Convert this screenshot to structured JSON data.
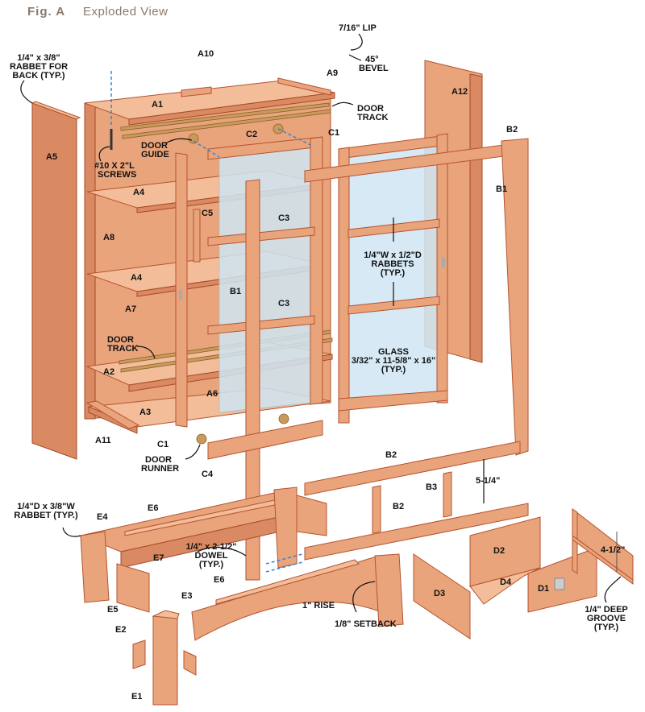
{
  "figure": {
    "title_prefix": "Fig. A",
    "title": "Exploded View"
  },
  "colors": {
    "wood": "#e9a47c",
    "wood_edge": "#b5532f",
    "glass": "#cfe6f3",
    "dowel_line": "#2b7fd4",
    "title": "#8a7a6e"
  },
  "parts": {
    "A1": "A1",
    "A2": "A2",
    "A3": "A3",
    "A4a": "A4",
    "A4b": "A4",
    "A5": "A5",
    "A6": "A6",
    "A7": "A7",
    "A8": "A8",
    "A9": "A9",
    "A10": "A10",
    "A11": "A11",
    "A12": "A12",
    "B1a": "B1",
    "B1b": "B1",
    "B2a": "B2",
    "B2b": "B2",
    "B2c": "B2",
    "B3": "B3",
    "C1a": "C1",
    "C1b": "C1",
    "C2": "C2",
    "C3a": "C3",
    "C3b": "C3",
    "C4": "C4",
    "C5": "C5",
    "D1": "D1",
    "D2": "D2",
    "D3": "D3",
    "D4": "D4",
    "E1": "E1",
    "E2": "E2",
    "E3": "E3",
    "E4": "E4",
    "E5": "E5",
    "E6a": "E6",
    "E6b": "E6",
    "E7": "E7"
  },
  "callouts": {
    "lip": "7/16\" LIP",
    "bevel": [
      "45°",
      "BEVEL"
    ],
    "rabbet_back": [
      "1/4\" x 3/8\"",
      "RABBET FOR",
      "BACK (TYP.)"
    ],
    "door_track_top": [
      "DOOR",
      "TRACK"
    ],
    "door_guide": [
      "DOOR",
      "GUIDE"
    ],
    "screws": [
      "#10 X 2\"L",
      "SCREWS"
    ],
    "rabbets": [
      "1/4\"W x 1/2\"D",
      "RABBETS",
      "(TYP.)"
    ],
    "door_track_bottom": [
      "DOOR",
      "TRACK"
    ],
    "glass": [
      "GLASS",
      "3/32\" x 11-5/8\" x 16\"",
      "(TYP.)"
    ],
    "door_runner": [
      "DOOR",
      "RUNNER"
    ],
    "dim_5_1_4": "5-1/4\"",
    "rabbet_base": [
      "1/4\"D x 3/8\"W",
      "RABBET (TYP.)"
    ],
    "dowel": [
      "1/4\" x 2-1/2\"",
      "DOWEL",
      "(TYP.)"
    ],
    "rise": "1\" RISE",
    "setback": "1/8\" SETBACK",
    "dim_4_1_2": "4-1/2\"",
    "groove": [
      "1/4\" DEEP",
      "GROOVE",
      "(TYP.)"
    ]
  }
}
